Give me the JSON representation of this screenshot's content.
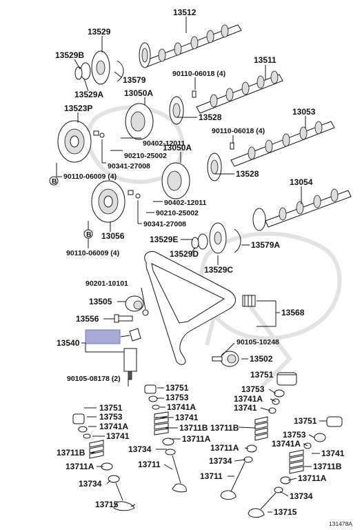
{
  "diagram": {
    "labels": {
      "p13512": "13512",
      "p13529": "13529",
      "p13529B": "13529B",
      "p13579": "13579",
      "p13529A": "13529A",
      "p13511": "13511",
      "p90110_a": "90110-06018 (4)",
      "p13050A_1": "13050A",
      "p13523P": "13523P",
      "p13528_1": "13528",
      "p90402_1": "90402-12011",
      "p90210_1": "90210-25002",
      "p90341_1": "90341-27008",
      "p13053": "13053",
      "p90110_b": "90110-06018 (4)",
      "p13050A_2": "13050A",
      "p90110_c": "90110-06009 (4)",
      "p13528_2": "13528",
      "p13054": "13054",
      "p90402_2": "90402-12011",
      "p90210_2": "90210-25002",
      "p90341_2": "90341-27008",
      "p13056": "13056",
      "p13529E": "13529E",
      "p13579A": "13579A",
      "p90110_d": "90110-06009 (4)",
      "p13529D": "13529D",
      "p13529C": "13529C",
      "p90201": "90201-10101",
      "p13505": "13505",
      "p13568": "13568",
      "p13556": "13556",
      "p90105_a": "90105-10248",
      "p13540": "13540",
      "p13502": "13502",
      "p90105_b": "90105-08178 (2)",
      "p13751_c": "13751",
      "p13751_b": "13751",
      "p13753_b": "13753",
      "p13753_c": "13753",
      "p13741A_c": "13741A",
      "p13741A_b": "13741A",
      "p13741_c": "13741",
      "p13751_a": "13751",
      "p13753_a": "13753",
      "p13741_b": "13741",
      "p13741A_a": "13741A",
      "p13751_d": "13751",
      "p13711B_b": "13711B",
      "p13711B_c": "13711B",
      "p13741_a": "13741",
      "p13753_d": "13753",
      "p13711A_b": "13711A",
      "p13741A_d": "13741A",
      "p13711B_a": "13711B",
      "p13734_b": "13734",
      "p13711A_c": "13711A",
      "p13741_d": "13741",
      "p13734_c": "13734",
      "p13711B_d": "13711B",
      "p13711A_a": "13711A",
      "p13711_b": "13711",
      "p13711_c": "13711",
      "p13711A_d": "13711A",
      "p13734_a": "13734",
      "p13734_d": "13734",
      "p13715_a": "13715",
      "p13715_d": "13715",
      "callout_B1": "B",
      "callout_B2": "B",
      "figure_id": "131478A"
    }
  }
}
